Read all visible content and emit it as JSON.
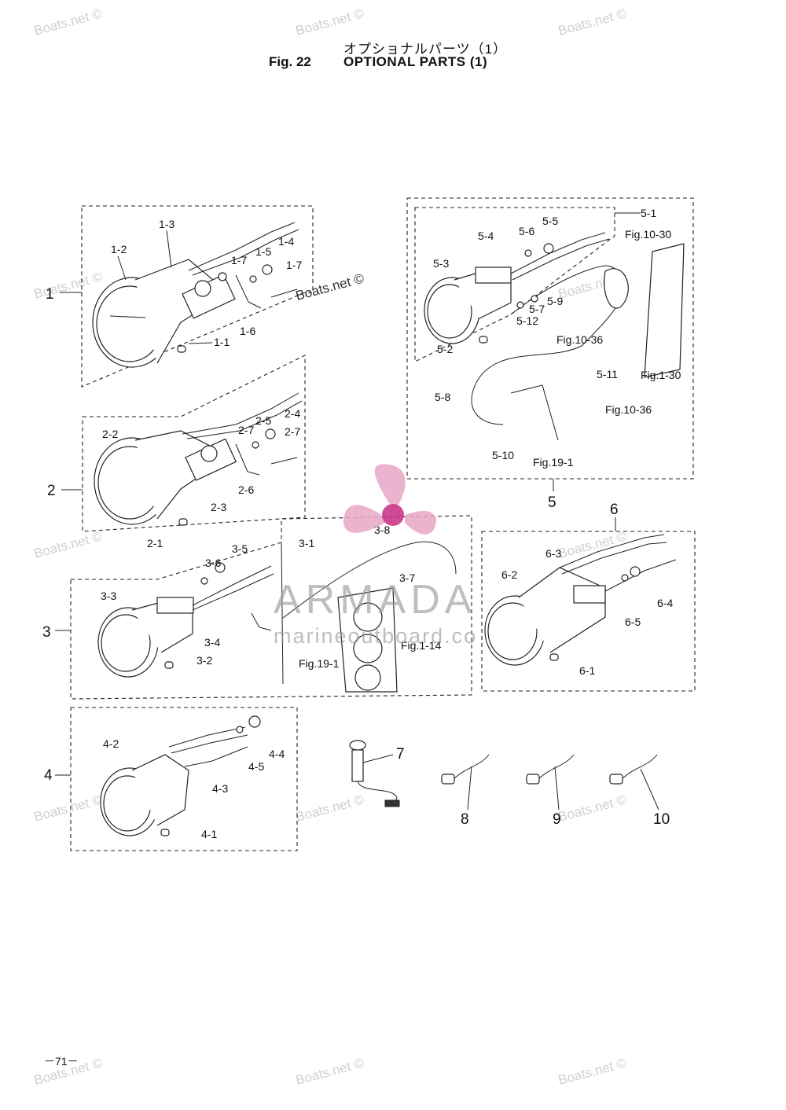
{
  "header": {
    "title_jp": "オプショナルパーツ（1）",
    "fig_number": "Fig. 22",
    "fig_title": "OPTIONAL PARTS (1)"
  },
  "assemblies": [
    {
      "id": "1",
      "label": "1",
      "parts": [
        "1-1",
        "1-2",
        "1-3",
        "1-4",
        "1-5",
        "1-6",
        "1-7",
        "1-7"
      ]
    },
    {
      "id": "2",
      "label": "2",
      "parts": [
        "2-1",
        "2-2",
        "2-3",
        "2-4",
        "2-5",
        "2-6",
        "2-7",
        "2-7"
      ]
    },
    {
      "id": "3",
      "label": "3",
      "parts": [
        "3-1",
        "3-2",
        "3-3",
        "3-4",
        "3-5",
        "3-6",
        "3-7",
        "3-8"
      ]
    },
    {
      "id": "4",
      "label": "4",
      "parts": [
        "4-1",
        "4-2",
        "4-3",
        "4-4",
        "4-5"
      ]
    },
    {
      "id": "5",
      "label": "5",
      "parts": [
        "5-1",
        "5-2",
        "5-3",
        "5-4",
        "5-5",
        "5-6",
        "5-7",
        "5-8",
        "5-9",
        "5-10",
        "5-11",
        "5-12"
      ]
    },
    {
      "id": "6",
      "label": "6",
      "parts": [
        "6-1",
        "6-2",
        "6-3",
        "6-4",
        "6-5"
      ]
    },
    {
      "id": "7",
      "label": "7"
    },
    {
      "id": "8",
      "label": "8"
    },
    {
      "id": "9",
      "label": "9"
    },
    {
      "id": "10",
      "label": "10"
    }
  ],
  "references": {
    "fig_10_30": "Fig.10-30",
    "fig_10_36": "Fig.10-36",
    "fig_1_30": "Fig.1-30",
    "fig_19_1": "Fig.19-1",
    "fig_1_14": "Fig.1-14"
  },
  "watermark": {
    "site": "Boats.net ©",
    "brand": "ARMADA",
    "tagline": "marineoutboard.co"
  },
  "page_number": "－71－"
}
